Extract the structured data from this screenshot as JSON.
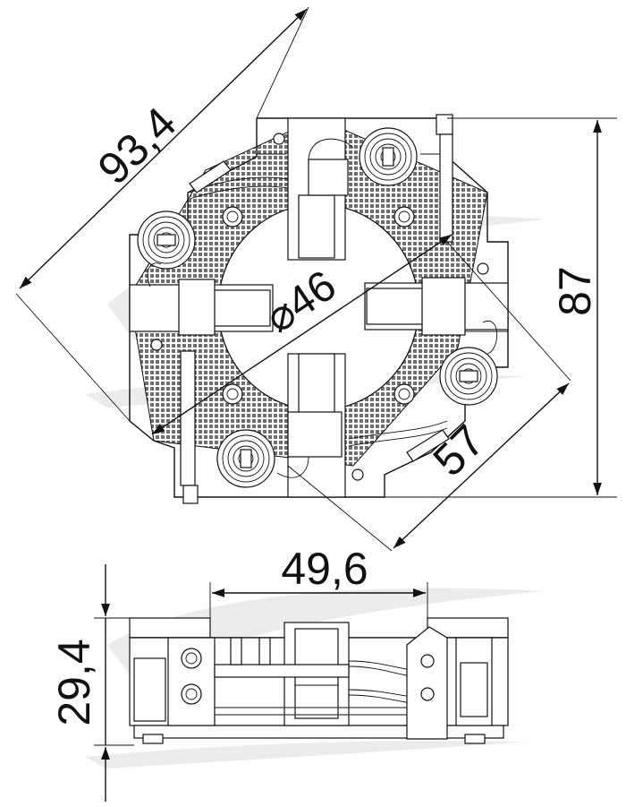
{
  "dimensions": {
    "diagonal_top": "93,4",
    "height_right": "87",
    "diameter": "⌀46",
    "diagonal_bottom": "57",
    "width_side": "49,6",
    "height_side": "29,4"
  },
  "colors": {
    "line": "#111111",
    "hatch": "#777777",
    "watermark": "#e6e6e6"
  }
}
